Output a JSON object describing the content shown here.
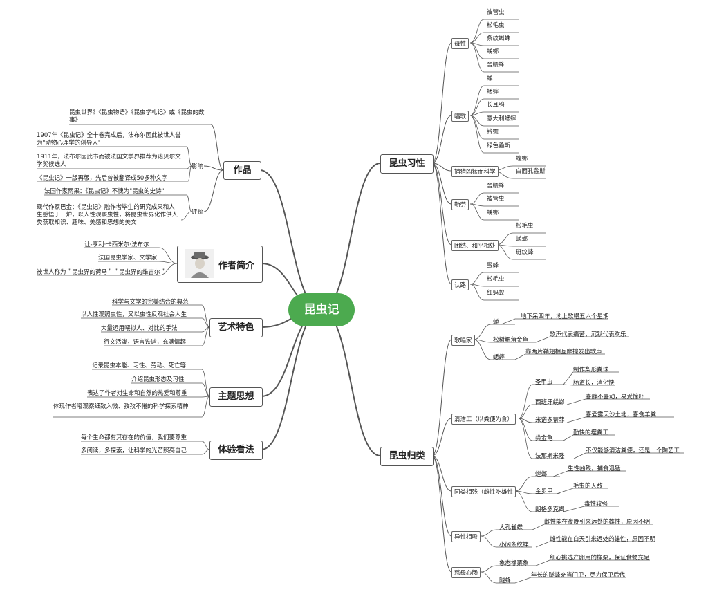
{
  "center": "昆虫记",
  "right": {
    "habits": {
      "label": "昆虫习性",
      "groups": [
        {
          "label": "母性",
          "items": [
            "被管虫",
            "松毛虫",
            "条纹蜘蛛",
            "蜣螂",
            "舍腰蜂"
          ]
        },
        {
          "label": "唱歌",
          "items": [
            "蝉",
            "蟋蟀",
            "长耳鸮",
            "意大利蟋蟀",
            "铃蟾",
            "绿色螽斯"
          ]
        },
        {
          "label": "捕猎凶猛而科学",
          "items": [
            "螳螂",
            "白面孔螽斯"
          ]
        },
        {
          "label": "勤劳",
          "items": [
            "舍腰蜂",
            "被管虫",
            "蜣螂"
          ]
        },
        {
          "label": "团结、和平相处",
          "items": [
            "松毛虫",
            "蜣螂",
            "斑纹蜂"
          ]
        },
        {
          "label": "认路",
          "items": [
            "蜜蜂",
            "松毛虫",
            "红蚂蚁"
          ]
        }
      ]
    },
    "classes": {
      "label": "昆虫归类",
      "groups": [
        {
          "label": "歌唱家",
          "items": [
            {
              "name": "蝉",
              "desc": "地下呆四年，地上歌唱五六个星期"
            },
            {
              "name": "松树鳃角金龟",
              "desc": "歌声代表痛苦，沉默代表欢乐"
            },
            {
              "name": "蟋蟀",
              "desc": "靠两片鞘翅相互摩擦发出歌声"
            }
          ]
        },
        {
          "label": "清洁工（以粪便为食）",
          "items": [
            {
              "name": "圣甲虫",
              "descs": [
                "制作梨形粪球",
                "肠道长，消化快"
              ]
            },
            {
              "name": "西班牙蜣螂",
              "descs": [
                "喜静不喜动，易受惊吓"
              ]
            },
            {
              "name": "米诺多蒂菲",
              "descs": [
                "喜爱露天沙土地，喜食羊粪"
              ]
            },
            {
              "name": "粪金龟",
              "descs": [
                "勤快的埋粪工"
              ]
            },
            {
              "name": "法那斯米隆",
              "descs": [
                "不仅能够清洁粪便，还是一个陶艺工"
              ]
            }
          ]
        },
        {
          "label": "同类相残（雌性吃雄性",
          "items": [
            {
              "name": "螳螂",
              "desc": "生性凶残，捕食迅猛"
            },
            {
              "name": "金步甲",
              "desc": "毛虫的天敌"
            },
            {
              "name": "朗格多克蝎",
              "desc": "毒性较强"
            }
          ]
        },
        {
          "label": "异性相吸",
          "items": [
            {
              "name": "大孔雀蝶",
              "desc": "雌性能在夜晚引来远处的雄性，原因不明"
            },
            {
              "name": "小阔条纹蝶",
              "desc": "雌性能在白天引来远处的雄性，原因不明"
            }
          ]
        },
        {
          "label": "慈母心肠",
          "items": [
            {
              "name": "象态橡栗象",
              "desc": "细心挑选产卵用的橡栗，保证食物充足"
            },
            {
              "name": "隧蜂",
              "desc": "年长的隧蜂充当门卫，尽力保卫后代"
            }
          ]
        }
      ]
    }
  },
  "left": {
    "works": {
      "label": "作品",
      "intro": "昆虫世界》《昆虫物语》《昆虫学札记》或《昆虫的故事》",
      "influence_label": "影响",
      "influence": [
        "1907年《昆虫记》全十卷完成后，法布尔因此被世人誉为\"动物心理学的创导人\"",
        "1911年，法布尔因此书而被法国文学界推荐为诺贝尔文学奖候选人",
        "《昆虫记》一版再版，先后曾被翻译成50多种文字"
      ],
      "eval_label": "评价",
      "eval": [
        "法国作家雨果：《昆虫记》不愧为\"昆虫的史诗\"",
        "现代作家巴金：《昆虫记》融作者毕生的研究成果和人生感悟于一炉，以人性观察虫性，将昆虫世界化作供人类获取知识、趣味、美感和思想的美文"
      ]
    },
    "author": {
      "label": "作者简介",
      "items": [
        "让-亨利·卡西米尔·法布尔",
        "法国昆虫学家、文学家",
        "被世人称为＂昆虫界的荷马＂＂昆虫界的维吉尔＂"
      ]
    },
    "art": {
      "label": "艺术特色",
      "items": [
        "科学与文学的完美结合的典范",
        "以人性观照虫性，又以虫性反观社会人生",
        "大量运用喂拟人、对比的手法",
        "行文活泼，语言诙谐，充满情趣"
      ]
    },
    "theme": {
      "label": "主题思想",
      "items": [
        "记录昆虫本能、习性、劳动、死亡等",
        "介绍昆虫形态及习性",
        "表达了作者对生命和自然的热爱和尊重",
        "体现作者嘟观察细致入微、孜孜不倦的科学探索精神"
      ]
    },
    "feel": {
      "label": "体验看法",
      "items": [
        "每个生命都有其存在的价值，我们要尊重",
        "多阅读，多探索，让科学的光芒照亮自己"
      ]
    }
  }
}
